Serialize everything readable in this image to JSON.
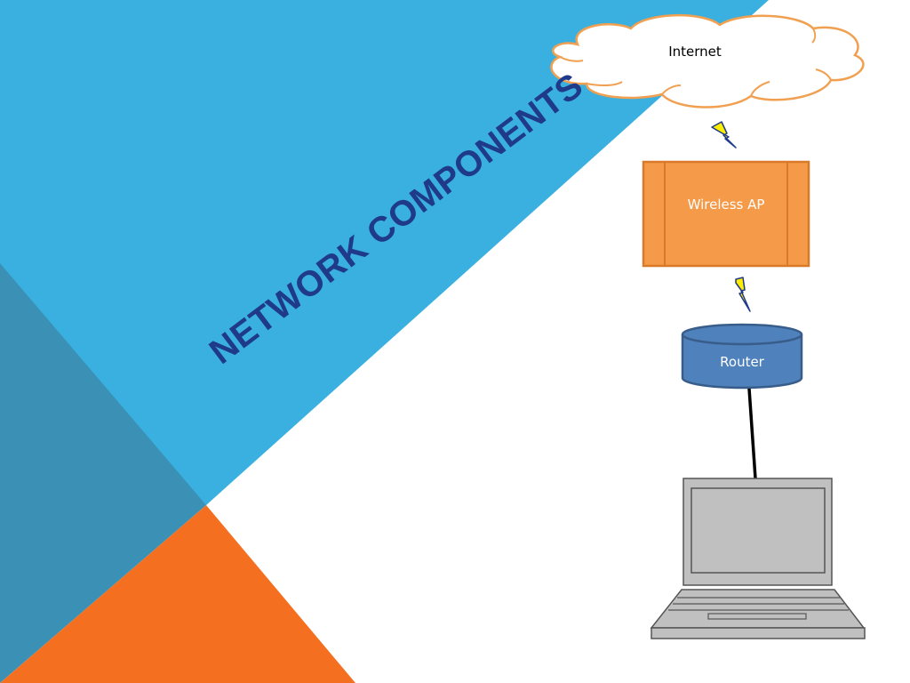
{
  "slide": {
    "title": "Network Components"
  },
  "diagram": {
    "nodes": [
      {
        "id": "internet",
        "label": "Internet",
        "shape": "cloud"
      },
      {
        "id": "wireless-ap",
        "label": "Wireless AP",
        "shape": "box"
      },
      {
        "id": "router",
        "label": "Router",
        "shape": "cylinder"
      },
      {
        "id": "laptop",
        "label": "",
        "shape": "laptop"
      }
    ],
    "edges": [
      {
        "from": "internet",
        "to": "wireless-ap",
        "type": "wireless"
      },
      {
        "from": "wireless-ap",
        "to": "router",
        "type": "wireless"
      },
      {
        "from": "router",
        "to": "laptop",
        "type": "wired"
      }
    ]
  },
  "theme": {
    "background": "#ffffff",
    "triangle_blue": "#3ab0e0",
    "triangle_dark_teal": "#3a91b5",
    "triangle_orange": "#f47020",
    "title_color": "#1f3a8a",
    "cloud_stroke": "#f0a050",
    "ap_fill": "#f59a48",
    "ap_stroke": "#d97a2a",
    "router_fill": "#4f81bd",
    "router_stroke": "#385d8a",
    "laptop_fill": "#c0c0c0",
    "laptop_stroke": "#555555",
    "bolt_fill": "#ffee00",
    "bolt_stroke": "#1f3a8a"
  },
  "icons": [
    "lightning-bolt-icon",
    "laptop-icon"
  ]
}
